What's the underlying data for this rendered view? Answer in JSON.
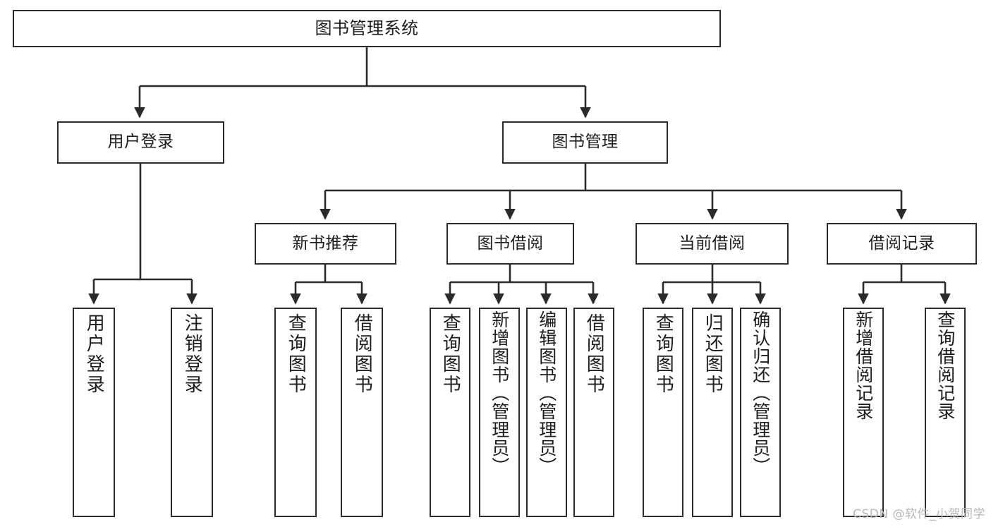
{
  "diagram": {
    "title": "图书管理系统",
    "type": "hierarchy-tree",
    "watermark": "CSDN @软件_小贺同学",
    "colors": {
      "stroke": "#2b2b2b",
      "fill": "#ffffff",
      "text": "#1c1c1c",
      "watermark": "#b8b8b8"
    },
    "levels": {
      "root": {
        "label": "图书管理系统"
      },
      "level2": [
        {
          "id": "user-login",
          "label": "用户登录"
        },
        {
          "id": "book-manage",
          "label": "图书管理"
        }
      ],
      "level3": [
        {
          "id": "new-book-rec",
          "label": "新书推荐"
        },
        {
          "id": "book-borrow",
          "label": "图书借阅"
        },
        {
          "id": "current-borrow",
          "label": "当前借阅"
        },
        {
          "id": "borrow-record",
          "label": "借阅记录"
        }
      ],
      "leaves": [
        {
          "id": "leaf-user-login",
          "label": "用户登录",
          "parent": "user-login"
        },
        {
          "id": "leaf-logout",
          "label": "注销登录",
          "parent": "user-login"
        },
        {
          "id": "leaf-query-book-1",
          "label": "查询图书",
          "parent": "new-book-rec"
        },
        {
          "id": "leaf-borrow-book-1",
          "label": "借阅图书",
          "parent": "new-book-rec"
        },
        {
          "id": "leaf-query-book-2",
          "label": "查询图书",
          "parent": "book-borrow"
        },
        {
          "id": "leaf-add-book",
          "label": "新增图书（管理员）",
          "parent": "book-borrow"
        },
        {
          "id": "leaf-edit-book",
          "label": "编辑图书（管理员）",
          "parent": "book-borrow"
        },
        {
          "id": "leaf-borrow-book-2",
          "label": "借阅图书",
          "parent": "book-borrow"
        },
        {
          "id": "leaf-query-book-3",
          "label": "查询图书",
          "parent": "current-borrow"
        },
        {
          "id": "leaf-return-book",
          "label": "归还图书",
          "parent": "current-borrow"
        },
        {
          "id": "leaf-confirm-return",
          "label": "确认归还（管理员）",
          "parent": "current-borrow"
        },
        {
          "id": "leaf-add-record",
          "label": "新增借阅记录",
          "parent": "borrow-record"
        },
        {
          "id": "leaf-query-record",
          "label": "查询借阅记录",
          "parent": "borrow-record"
        }
      ]
    }
  }
}
